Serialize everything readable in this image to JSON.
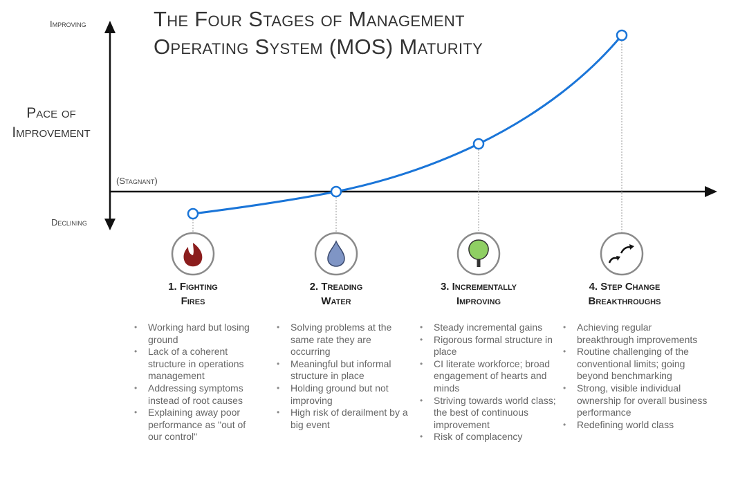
{
  "title_line1": "The Four Stages of Management",
  "title_line2": "Operating System (MOS) Maturity",
  "axis": {
    "top_label": "Improving",
    "bottom_label": "Declining",
    "stagnant_label": "(Stagnant)",
    "y_label_line1": "Pace of",
    "y_label_line2": "Improvement"
  },
  "colors": {
    "curve": "#1a75d8",
    "fire": "#8b1d1d",
    "water": "#7f95c5",
    "tree": "#8fcf63",
    "icon_ring": "#8a8a8a"
  },
  "stages": [
    {
      "number": "1.",
      "title_line1": "1. Fighting",
      "title_line2": "Fires",
      "icon": "fire-icon",
      "bullets": [
        "Working hard but losing ground",
        "Lack of a coherent structure in operations management",
        "Addressing symptoms instead of root causes",
        "Explaining away poor performance as \"out of our control\""
      ]
    },
    {
      "title_line1": "2. Treading",
      "title_line2": "Water",
      "icon": "water-drop-icon",
      "bullets": [
        "Solving problems at the same rate they are occurring",
        "Meaningful but informal structure in place",
        "Holding ground but not improving",
        "High risk of derailment by a big event"
      ]
    },
    {
      "title_line1": "3. Incrementally",
      "title_line2": "Improving",
      "icon": "tree-icon",
      "bullets": [
        "Steady incremental gains",
        "Rigorous formal structure in place",
        "CI literate workforce; broad engagement of hearts and minds",
        "Striving towards world class; the best of continuous improvement",
        "Risk of complacency"
      ]
    },
    {
      "title_line1": "4. Step Change",
      "title_line2": "Breakthroughs",
      "icon": "step-arrows-icon",
      "bullets": [
        "Achieving regular breakthrough improvements",
        "Routine challenging of the conventional limits; going beyond benchmarking",
        "Strong, visible individual ownership for overall business performance",
        "Redefining world class"
      ]
    }
  ]
}
